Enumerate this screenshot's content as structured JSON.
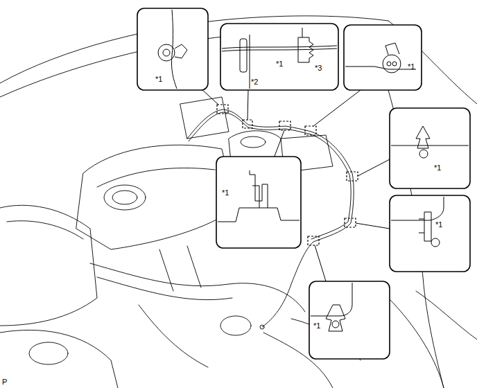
{
  "diagram": {
    "nodes": [
      {
        "text": [
          "*1"
        ]
      },
      {
        "text": [
          "*1",
          "*2",
          "*3"
        ]
      },
      {
        "text": [
          "*1"
        ]
      },
      {
        "text": [
          "*1"
        ]
      },
      {
        "text": [
          "*1"
        ]
      },
      {
        "text": [
          "*1"
        ]
      },
      {
        "text": [
          "*1"
        ]
      }
    ],
    "labels": [
      "P"
    ]
  }
}
